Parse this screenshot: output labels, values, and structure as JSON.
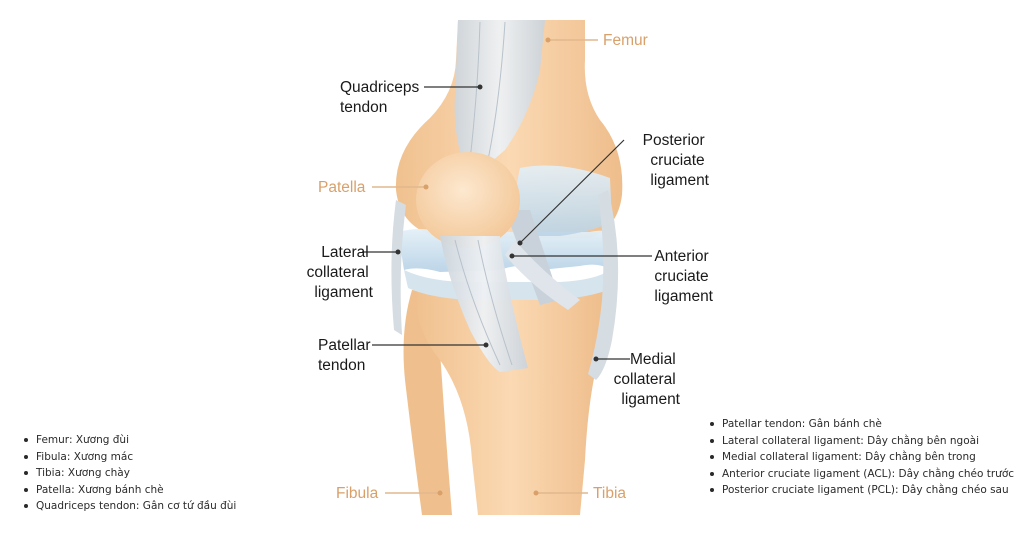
{
  "labels": {
    "femur": "Femur",
    "quadriceps_tendon": [
      "Quadriceps",
      "tendon"
    ],
    "posterior_cruciate_ligament": [
      "Posterior",
      "cruciate",
      "ligament"
    ],
    "patella": "Patella",
    "lateral_collateral_ligament": [
      "Lateral",
      "collateral",
      "ligament"
    ],
    "anterior_cruciate_ligament": [
      "Anterior",
      "cruciate",
      "ligament"
    ],
    "patellar_tendon": [
      "Patellar",
      "tendon"
    ],
    "medial_collateral_ligament": [
      "Medial",
      "collateral",
      "ligament"
    ],
    "fibula": "Fibula",
    "tibia": "Tibia"
  },
  "legend_left": [
    "Femur: Xương đùi",
    "Fibula: Xương mác",
    "Tibia: Xương chày",
    "Patella: Xương bánh chè",
    "Quadriceps tendon: Gân cơ tứ đầu đùi"
  ],
  "legend_right": [
    "Patellar tendon: Gân bánh chè",
    "Lateral collateral ligament: Dây chằng bên ngoài",
    "Medial collateral ligament: Dây chằng bên trong",
    "Anterior cruciate ligament (ACL): Dây chằng chéo trước",
    "Posterior cruciate ligament (PCL): Dây chằng chéo sau"
  ],
  "colors": {
    "bone": "#f6cfa2",
    "bone_label": "#d9a06a",
    "ligament": "#dfe5ea",
    "cartilage": "#cfe3f1",
    "text_dark": "#1a1a1a"
  }
}
